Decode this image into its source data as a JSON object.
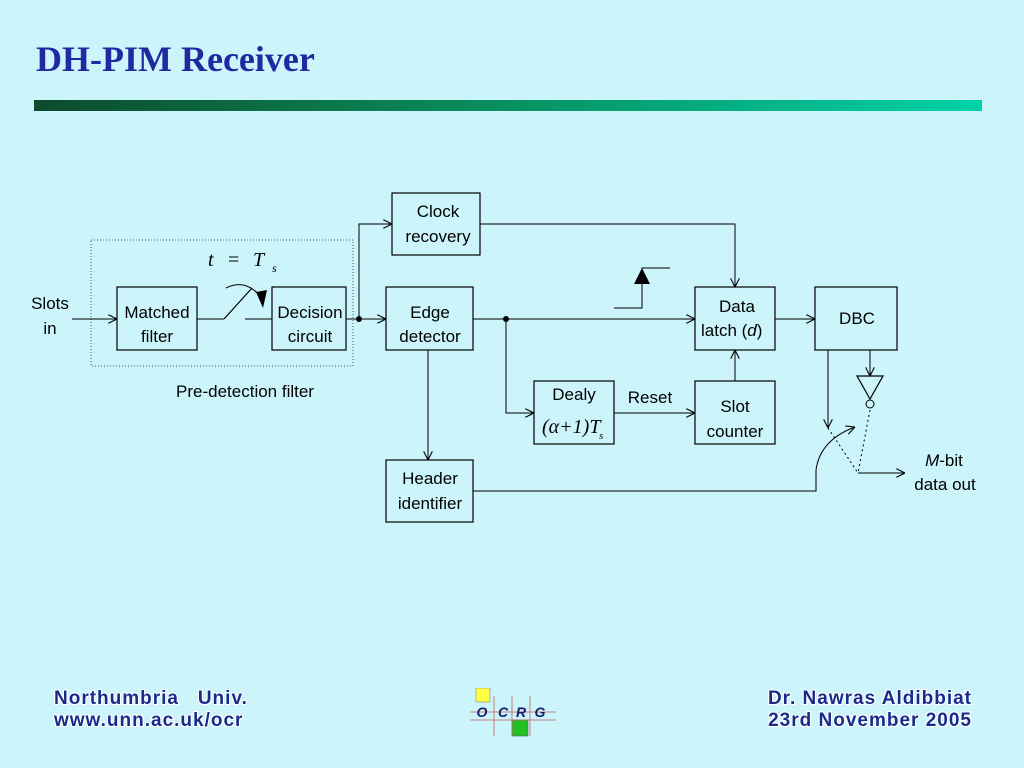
{
  "slide": {
    "title": "DH-PIM Receiver"
  },
  "diagram": {
    "input_label_1": "Slots",
    "input_label_2": "in",
    "matched_filter_1": "Matched",
    "matched_filter_2": "filter",
    "sampling_t": "t",
    "sampling_eq": "=",
    "sampling_T": "T",
    "sampling_sub": "s",
    "decision_1": "Decision",
    "decision_2": "circuit",
    "predetection_label": "Pre-detection filter",
    "clock_1": "Clock",
    "clock_2": "recovery",
    "edge_1": "Edge",
    "edge_2": "detector",
    "header_1": "Header",
    "header_2": "identifier",
    "delay_1": "Dealy",
    "delay_formula": "(α+1)T",
    "delay_sub": "s",
    "reset_label": "Reset",
    "slot_1": "Slot",
    "slot_2": "counter",
    "latch_1": "Data",
    "latch_2": "latch (",
    "latch_d": "d",
    "latch_close": ")",
    "dbc": "DBC",
    "output_M": "M",
    "output_1": "-bit",
    "output_2": "data out"
  },
  "footer": {
    "left_line1": "Northumbria   Univ.",
    "left_line2": "www.unn.ac.uk/ocr",
    "right_line1": "Dr. Nawras Aldibbiat",
    "right_line2": "23rd November 2005",
    "logo_letters": [
      "O",
      "C",
      "R",
      "G"
    ]
  }
}
